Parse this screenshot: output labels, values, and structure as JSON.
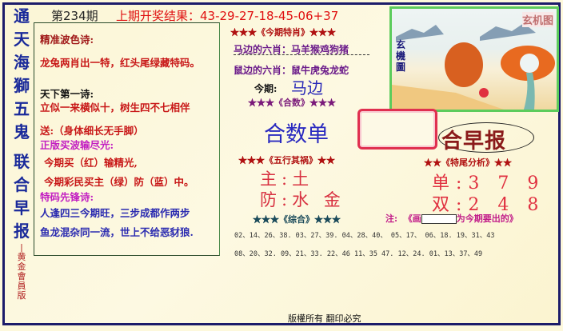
{
  "left_vertical_title": {
    "chars": [
      "通",
      "天",
      "海",
      "獅",
      "五",
      "鬼",
      "联",
      "合",
      "早",
      "报"
    ],
    "subtitle_chars": [
      "黄",
      "金",
      "會",
      "員",
      "版"
    ]
  },
  "header": {
    "issue": "第234期",
    "last_result_label": "上期开奖结果：",
    "last_result_numbers": "43-29-27-18-45-06+37"
  },
  "poems": {
    "wave_color_title": "精准波色诗:",
    "wave_color_line": "龙兔两肖出一特，红头尾绿藏特码。",
    "first_poem_title": "天下第一诗:",
    "first_poem_line": "立似一来横似十，树生四不七相伴",
    "gift_line": "送:（身体细长无手脚）",
    "wave_title": "正版买波输尽光:",
    "wave_line1": "今期买（红）输精光,",
    "wave_line2": "今期彩民买主（绿）防（蓝）中。",
    "vanguard_title": "特码先锋诗:",
    "vanguard_line1": "人逢四三今期旺，三步成都作两步",
    "vanguard_line2": "鱼龙混杂同一流，世上不给恶豺狼."
  },
  "special_zodiac": {
    "title": "★★★《今期特肖》★★★",
    "horse_side_label": "马边的六肖：",
    "horse_side_value": "马羊猴鸡狗猪",
    "rat_side_label": "鼠边的六肖：",
    "rat_side_value": "鼠牛虎兔龙蛇",
    "this_issue_label": "今期:",
    "this_issue_value": "马边"
  },
  "composite_number": {
    "title": "★★★《合数》★★★",
    "value": "合数单"
  },
  "five_elements": {
    "title": "★★★《五行其祸》★★",
    "main_label": "主:",
    "main_value": "土",
    "guard_label": "防:",
    "guard_value": "水 金"
  },
  "composite": {
    "title": "★★★《综合》★★★"
  },
  "picture": {
    "stamp": "玄机图",
    "side_label": "玄機圖"
  },
  "brand": {
    "partial_text": "合早报"
  },
  "tail_analysis": {
    "title": "★★《特尾分析》★★",
    "odd_label": "单:",
    "odd_values": "3 7 9",
    "even_label": "双:",
    "even_values": "2 4 8"
  },
  "note": {
    "prefix": "注:",
    "text_before": "《画",
    "text_after": "为今期要出的》"
  },
  "number_rows": [
    "02、14、26、38.  03、27、39.  04、28、40、  05、17、  06、18.  19、31、43",
    "08、20、32.  09、21、33.  22、46  11、35 47.  12、24.  01、13、37、49"
  ],
  "footer": {
    "copyright": "版權所有 翻印必究"
  }
}
